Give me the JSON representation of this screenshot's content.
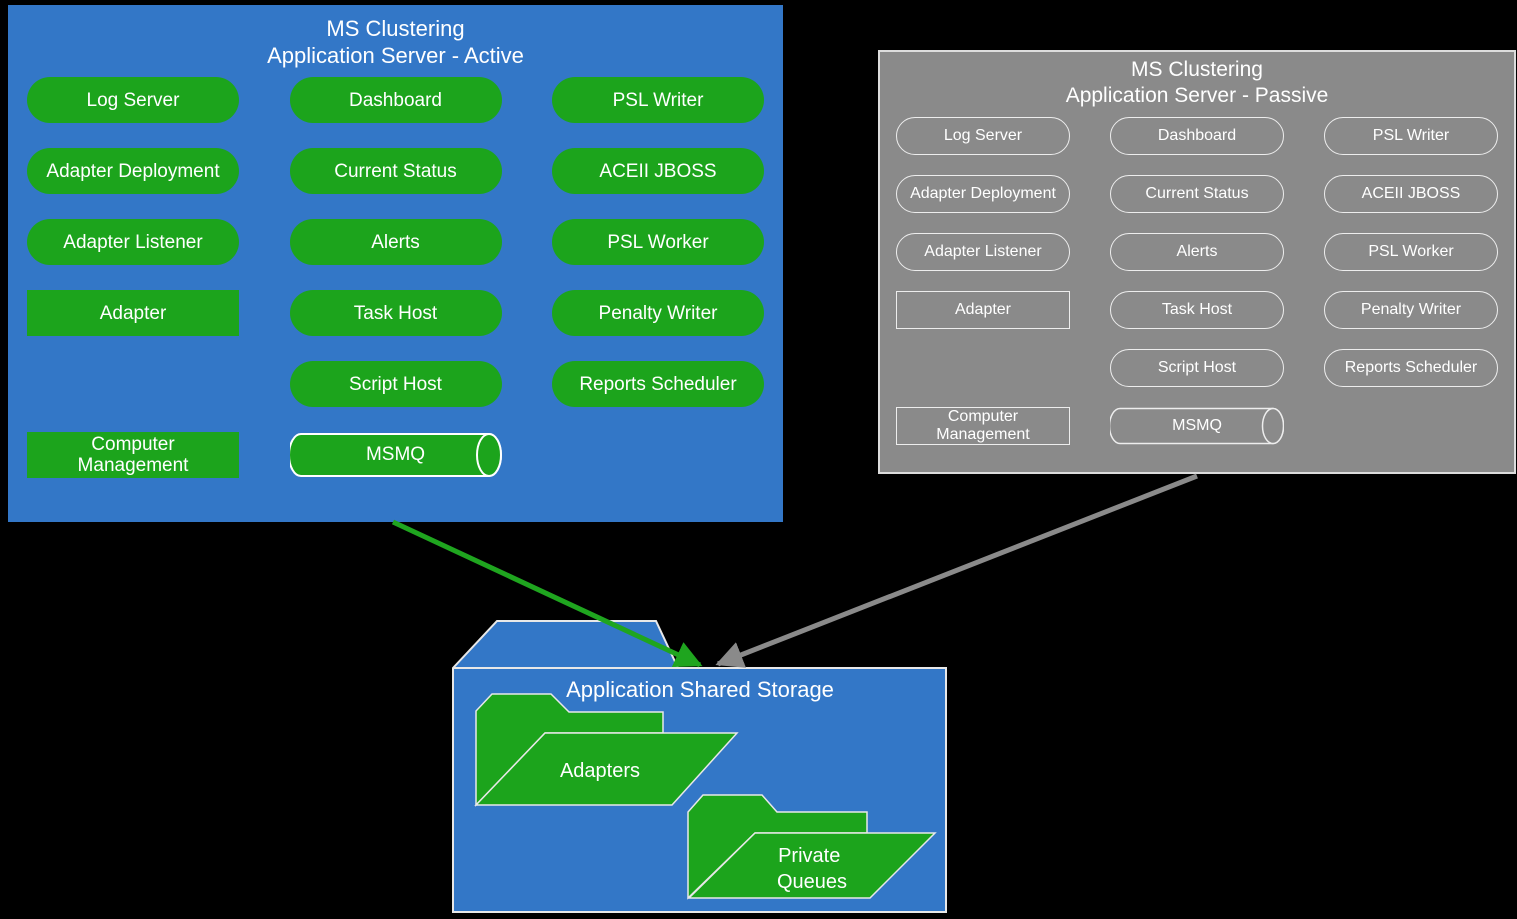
{
  "colors": {
    "background": "#000000",
    "server_blue": "#3377C7",
    "component_green": "#1CA41C",
    "passive_gray": "#8A8A8A",
    "outline_white": "#EDEDED",
    "arrow_green": "#1FA51F",
    "arrow_gray": "#8A8A8A",
    "text_white": "#FFFFFF"
  },
  "active_server": {
    "title_line1": "MS Clustering",
    "title_line2": "Application Server - Active",
    "items": [
      {
        "label": "Log Server",
        "shape": "pill"
      },
      {
        "label": "Dashboard",
        "shape": "pill"
      },
      {
        "label": "PSL Writer",
        "shape": "pill"
      },
      {
        "label": "Adapter Deployment",
        "shape": "pill"
      },
      {
        "label": "Current Status",
        "shape": "pill"
      },
      {
        "label": "ACEII JBOSS",
        "shape": "pill"
      },
      {
        "label": "Adapter Listener",
        "shape": "pill"
      },
      {
        "label": "Alerts",
        "shape": "pill"
      },
      {
        "label": "PSL Worker",
        "shape": "pill"
      },
      {
        "label": "Adapter",
        "shape": "rectangle"
      },
      {
        "label": "Task Host",
        "shape": "pill"
      },
      {
        "label": "Penalty Writer",
        "shape": "pill"
      },
      {
        "label": "Script Host",
        "shape": "pill"
      },
      {
        "label": "Reports Scheduler",
        "shape": "pill"
      },
      {
        "label": "Computer Management",
        "shape": "rectangle"
      },
      {
        "label": "MSMQ",
        "shape": "cylinder"
      }
    ]
  },
  "passive_server": {
    "title_line1": "MS Clustering",
    "title_line2": "Application Server - Passive",
    "items": [
      {
        "label": "Log Server",
        "shape": "pill"
      },
      {
        "label": "Dashboard",
        "shape": "pill"
      },
      {
        "label": "PSL Writer",
        "shape": "pill"
      },
      {
        "label": "Adapter Deployment",
        "shape": "pill"
      },
      {
        "label": "Current Status",
        "shape": "pill"
      },
      {
        "label": "ACEII JBOSS",
        "shape": "pill"
      },
      {
        "label": "Adapter Listener",
        "shape": "pill"
      },
      {
        "label": "Alerts",
        "shape": "pill"
      },
      {
        "label": "PSL Worker",
        "shape": "pill"
      },
      {
        "label": "Adapter",
        "shape": "rectangle"
      },
      {
        "label": "Task Host",
        "shape": "pill"
      },
      {
        "label": "Penalty Writer",
        "shape": "pill"
      },
      {
        "label": "Script Host",
        "shape": "pill"
      },
      {
        "label": "Reports Scheduler",
        "shape": "pill"
      },
      {
        "label": "Computer Management",
        "shape": "rectangle"
      },
      {
        "label": "MSMQ",
        "shape": "cylinder"
      }
    ]
  },
  "shared_storage": {
    "title": "Application Shared Storage",
    "folders": [
      {
        "label": "Adapters",
        "label_lines": [
          "Adapters"
        ]
      },
      {
        "label": "Private Queues",
        "label_lines": [
          "Private",
          "Queues"
        ]
      }
    ]
  },
  "connections": [
    {
      "from": "Application Server - Active",
      "to": "Application Shared Storage",
      "color": "#1FA51F"
    },
    {
      "from": "Application Server - Passive",
      "to": "Application Shared Storage",
      "color": "#8A8A8A"
    }
  ]
}
